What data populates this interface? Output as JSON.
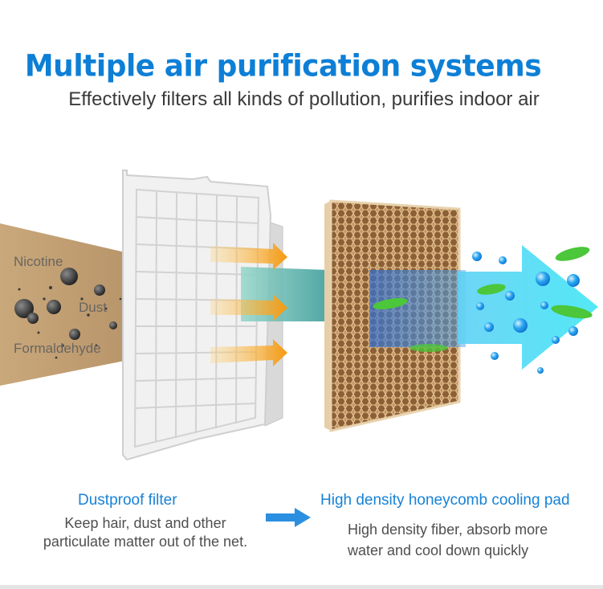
{
  "header": {
    "title": "Multiple air purification systems",
    "subtitle": "Effectively filters all kinds of pollution, purifies indoor air"
  },
  "pollutants": {
    "nicotine": "Nicotine",
    "dust": "Dust",
    "formaldehyde": "Formaldehyde"
  },
  "dustproof": {
    "title": "Dustproof filter",
    "desc_line1": "Keep hair, dust and other",
    "desc_line2": "particulate matter out of the net."
  },
  "honeycomb": {
    "title": "High density honeycomb cooling pad",
    "desc_line1": "High density fiber, absorb more",
    "desc_line2": "water and cool down quickly"
  },
  "icons": [
    "dustproof-filter-icon",
    "honeycomb-pad-icon",
    "airflow-arrow-icon",
    "right-arrow-icon"
  ],
  "colors": {
    "title_blue": "#0d7fd6",
    "label_blue": "#1782d6",
    "polluted_air": "#c8a77a",
    "clean_air": "#4fd8f0",
    "orange_arrow": "#f5a417"
  }
}
